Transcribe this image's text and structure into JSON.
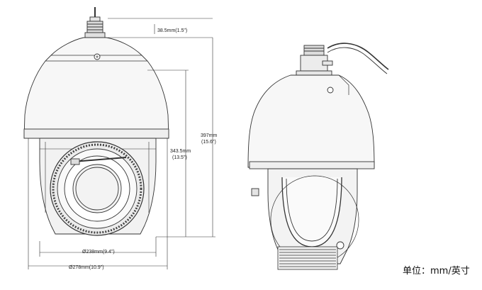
{
  "dimensions": {
    "bracket_height": "38.5mm(1.5\")",
    "body_height_mm": "343.5mm",
    "body_height_in": "(13.5\")",
    "total_height_mm": "397mm",
    "total_height_in": "(15.6\")",
    "inner_width": "Ø238mm(9.4\")",
    "outer_width": "Ø278mm(10.9\")"
  },
  "unit_note": "单位：mm/英寸"
}
